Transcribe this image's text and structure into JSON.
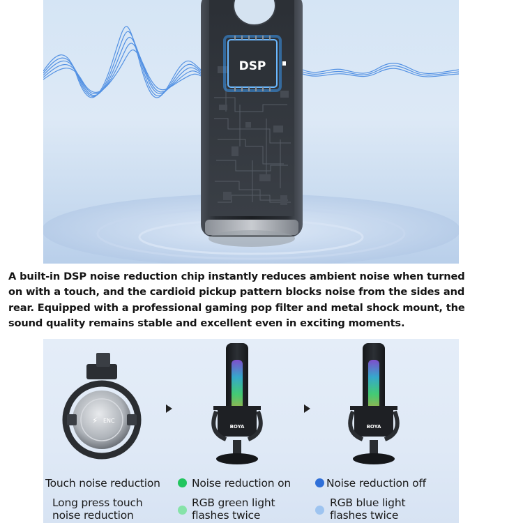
{
  "hero": {
    "chip_label": "DSP"
  },
  "description": {
    "lines": [
      "A built-in DSP noise reduction chip instantly reduces ambient noise when turned",
      "on with a touch, and the cardioid pickup pattern blocks noise from the sides and",
      "rear. Equipped with a professional gaming pop filter and metal shock mount, the",
      "sound quality remains stable and excellent even in exciting moments."
    ]
  },
  "steps": [
    {
      "title": "Touch noise reduction",
      "detail_line1": "Long press touch",
      "detail_line2": "noise reduction",
      "dot_color": ""
    },
    {
      "title": "Noise reduction on",
      "detail_line1": "RGB green light",
      "detail_line2": "flashes twice",
      "dot_color": "#22c55e",
      "detail_dot_color": "#86e3a8"
    },
    {
      "title": "Noise reduction off",
      "detail_line1": "RGB blue light",
      "detail_line2": "flashes twice",
      "dot_color": "#2f6fd8",
      "detail_dot_color": "#9ec4f0"
    }
  ],
  "mic_labels": {
    "brand": "BOYA",
    "knob_logo": "ENC"
  },
  "colors": {
    "hero_bg": "#d5e5f5",
    "bottom_bg": "#e4edf8",
    "wave": "#3b82e0",
    "chip_glow": "#3aa0ff"
  }
}
